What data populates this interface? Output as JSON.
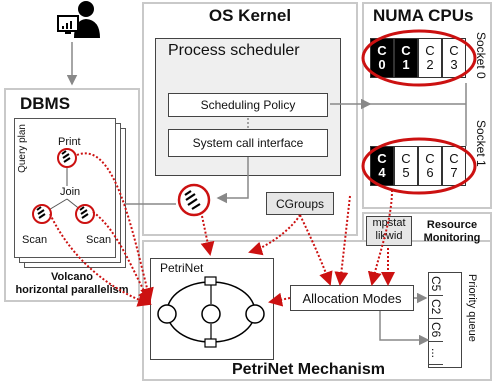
{
  "os_kernel": {
    "title": "OS Kernel",
    "process_scheduler": "Process scheduler",
    "scheduling_policy": "Scheduling Policy",
    "system_call_interface": "System call interface",
    "cgroups": "CGroups"
  },
  "numa": {
    "title": "NUMA CPUs",
    "socket0": "Socket 0",
    "socket1": "Socket 1",
    "socket0_cores": [
      {
        "label": "C\n0",
        "active": true
      },
      {
        "label": "C\n1",
        "active": true
      },
      {
        "label": "C\n2",
        "active": false
      },
      {
        "label": "C\n3",
        "active": false
      }
    ],
    "socket1_cores": [
      {
        "label": "C\n4",
        "active": true
      },
      {
        "label": "C\n5",
        "active": false
      },
      {
        "label": "C\n6",
        "active": false
      },
      {
        "label": "C\n7",
        "active": false
      }
    ]
  },
  "dbms": {
    "title": "DBMS",
    "query_plan": "Query plan",
    "print": "Print",
    "join": "Join",
    "scan_left": "Scan",
    "scan_right": "Scan",
    "caption_line1": "Volcano",
    "caption_line2": "horizontal parallelism"
  },
  "monitoring": {
    "tool_line1": "mpstat",
    "tool_line2": "likwid",
    "label_line1": "Resource",
    "label_line2": "Monitoring"
  },
  "petrinet": {
    "title": "PetriNet Mechanism",
    "net_label": "PetriNet",
    "allocation_modes": "Allocation Modes",
    "priority_queue": "Priority queue",
    "queue_rows": [
      "C5",
      "C2",
      "C6",
      "..."
    ]
  },
  "colors": {
    "accent_red": "#cc1111",
    "panel_border": "#c9c9c9",
    "arrow_gray": "#888888"
  }
}
